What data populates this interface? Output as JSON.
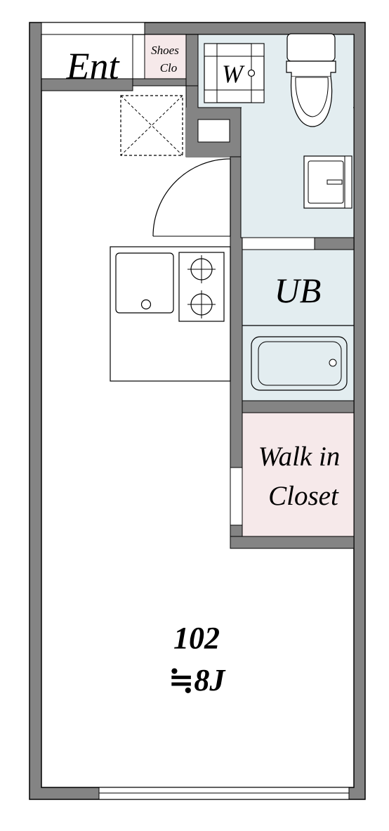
{
  "rooms": {
    "entrance": "Ent",
    "shoes_closet": [
      "Shoes",
      "Clo"
    ],
    "washer": "W",
    "unit_bath": "UB",
    "walk_in_closet": [
      "Walk in",
      "Closet"
    ]
  },
  "unit": {
    "number": "102",
    "size": "≒8J"
  },
  "colors": {
    "wall": "#848484",
    "wet_area": "#e3edf0",
    "closet": "#f6e9ea",
    "line": "#000000",
    "background": "#ffffff"
  }
}
